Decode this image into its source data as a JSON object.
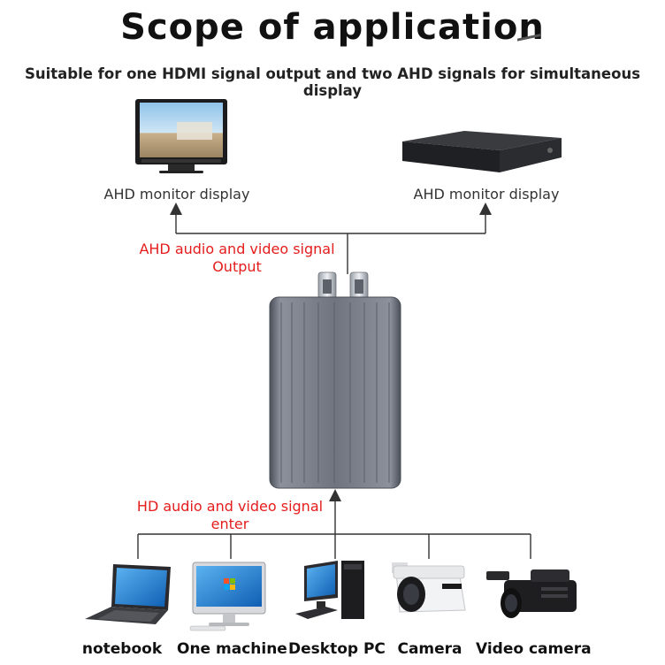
{
  "title": "Scope of application",
  "subtitle": "Suitable for one HDMI signal output and two AHD signals for simultaneous display",
  "outputs": [
    {
      "label": "AHD monitor display",
      "icon": "monitor-icon"
    },
    {
      "label": "AHD monitor display",
      "icon": "dvr-recorder-icon"
    }
  ],
  "output_signal": {
    "line1": "AHD audio and video signal",
    "line2": "Output"
  },
  "input_signal": {
    "line1": "HD audio and video signal",
    "line2": "enter"
  },
  "converter": {
    "icon": "converter-box-icon"
  },
  "sources": [
    {
      "label": "notebook",
      "icon": "laptop-icon"
    },
    {
      "label": "One machine",
      "icon": "all-in-one-pc-icon"
    },
    {
      "label": "Desktop PC",
      "icon": "desktop-pc-icon"
    },
    {
      "label": "Camera",
      "icon": "security-camera-icon"
    },
    {
      "label": "Video camera",
      "icon": "video-camera-icon"
    }
  ],
  "colors": {
    "accent_red": "#e51c1c",
    "line": "#333333",
    "converter_body": "#6e7380"
  }
}
